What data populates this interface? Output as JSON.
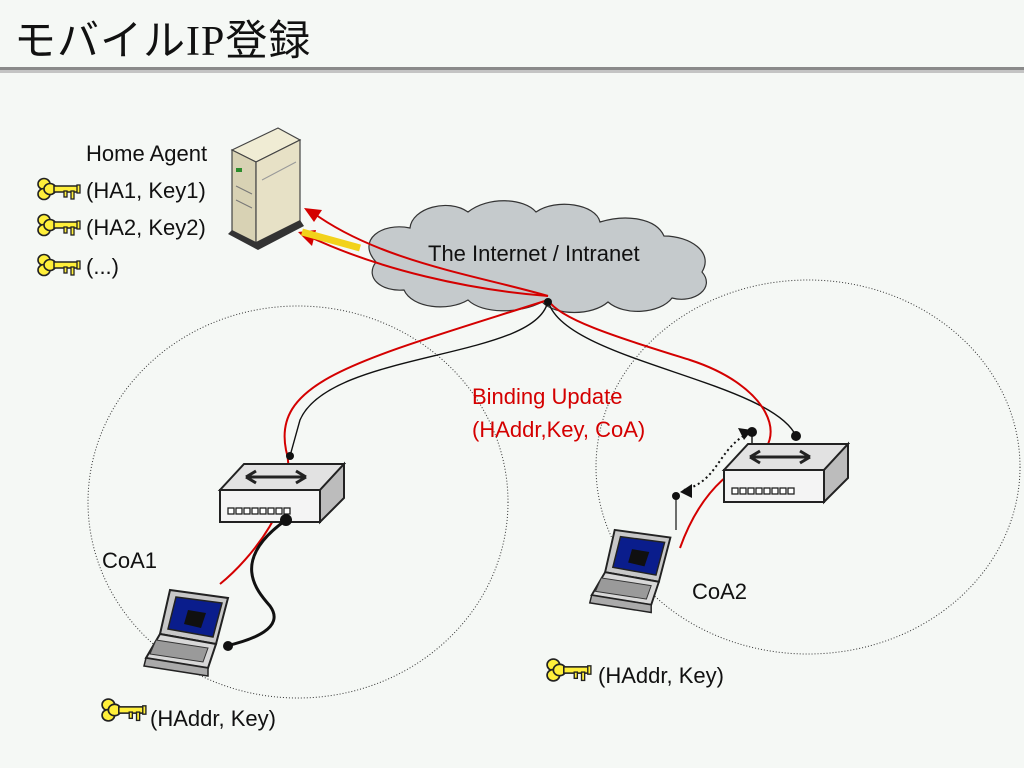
{
  "title": "モバイルIP登録",
  "home_agent": {
    "label": "Home Agent",
    "keys": [
      "(HA1, Key1)",
      "(HA2, Key2)",
      "(...)"
    ]
  },
  "internet_label": "The Internet / Intranet",
  "binding_update": {
    "line1": "Binding Update",
    "line2": "(HAddr,Key, CoA)"
  },
  "coa1": {
    "label": "CoA1",
    "key": "(HAddr, Key)"
  },
  "coa2": {
    "label": "CoA2",
    "key": "(HAddr, Key)"
  },
  "colors": {
    "accent_red": "#d40000",
    "key_yellow": "#ffef3a",
    "screen_blue": "#0a1d8c"
  }
}
